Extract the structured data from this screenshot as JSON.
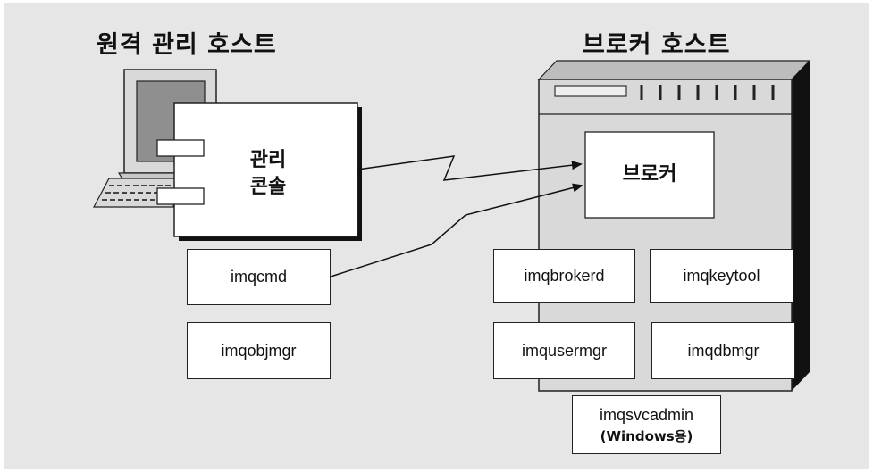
{
  "remote_host": {
    "title": "원격 관리 호스트",
    "console_line1": "관리",
    "console_line2": "콘솔",
    "tools": [
      "imqcmd",
      "imqobjmgr"
    ]
  },
  "broker_host": {
    "title": "브로커 호스트",
    "broker_label": "브로커",
    "tools": [
      "imqbrokerd",
      "imqkeytool",
      "imqusermgr",
      "imqdbmgr"
    ],
    "service_admin": "imqsvcadmin",
    "service_admin_note": "(Windows용)"
  }
}
